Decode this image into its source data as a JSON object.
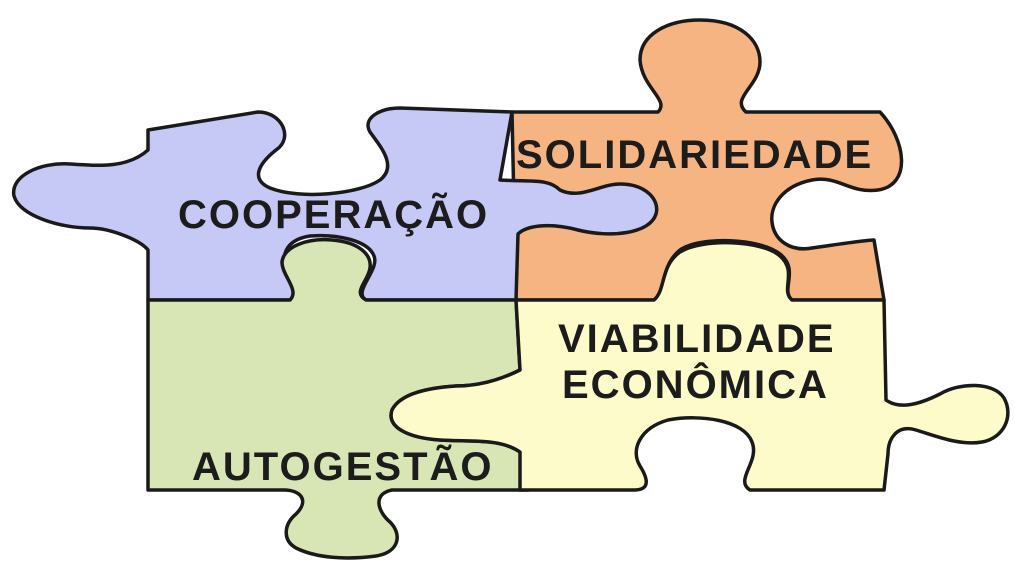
{
  "pieces": {
    "cooperacao": {
      "label": "COOPERAÇÃO",
      "color": "#c6c8f6"
    },
    "solidariedade": {
      "label": "SOLIDARIEDADE",
      "color": "#f6b482"
    },
    "autogestao": {
      "label": "AUTOGESTÃO",
      "color": "#d8e6b6"
    },
    "viabilidade": {
      "line1": "VIABILIDADE",
      "line2": "ECONÔMICA",
      "color": "#fdfbca"
    }
  }
}
